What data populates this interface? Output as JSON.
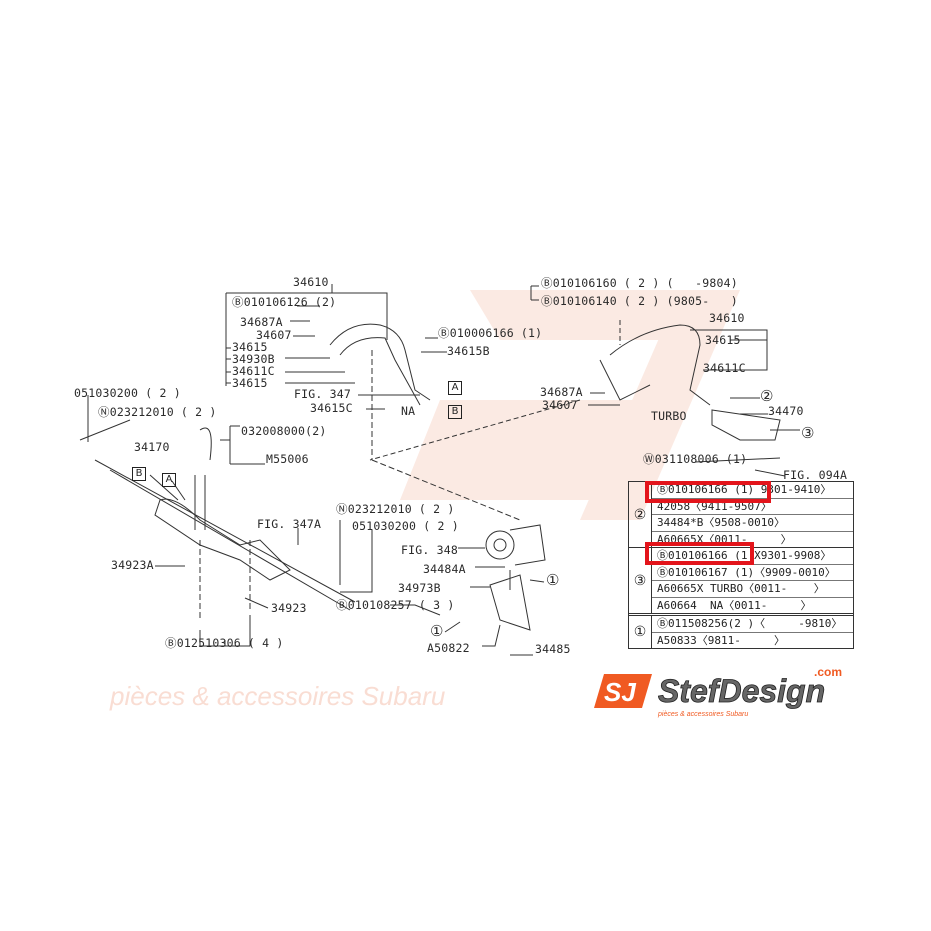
{
  "left_hose_group": {
    "part_34610": "34610",
    "bolt_b": "Ⓑ010106126 (2)",
    "p34687A": "34687A",
    "p34607": "34607",
    "p34615_a": "34615",
    "p34930B": "34930B",
    "p34611C": "34611C",
    "p34615_b": "34615",
    "bolt_b2": "Ⓑ010006166 (1)",
    "p34615B": "34615B",
    "fig347": "FIG. 347",
    "p34615C": "34615C",
    "na": "NA",
    "ref_a": "A",
    "ref_b": "B"
  },
  "turbo_group": {
    "bolt1": "Ⓑ010106160 ( 2 ) (   -9804)",
    "bolt2": "Ⓑ010106140 ( 2 ) (9805-   )",
    "part_34610": "34610",
    "p34615": "34615",
    "p34611C": "34611C",
    "p34687A": "34687A",
    "p34607": "34607",
    "turbo": "TURBO",
    "ref2": "②",
    "p34470": "34470",
    "ref3": "③",
    "washer": "Ⓦ031108006 (1)",
    "fig094a": "FIG. 094A"
  },
  "rack_group": {
    "pin": "051030200 ( 2 )",
    "nut": "Ⓝ023212010 ( 2 )",
    "p032008000": "032008000(2)",
    "p34170": "34170",
    "m55006": "M55006",
    "ref_b": "B",
    "ref_a": "A",
    "fig347a": "FIG. 347A",
    "p34923A": "34923A",
    "p34923": "34923",
    "bolt": "Ⓑ012510306 ( 4 )"
  },
  "pump_group": {
    "nut": "Ⓝ023212010 ( 2 )",
    "pin": "051030200 ( 2 )",
    "fig348": "FIG. 348",
    "p34484A": "34484A",
    "p34973B": "34973B",
    "bolt": "Ⓑ010108257 ( 3 )",
    "ref1a": "①",
    "ref1b": "①",
    "a50822": "A50822",
    "p34485": "34485"
  },
  "table": {
    "groups": [
      {
        "ref": "②",
        "rows": [
          "Ⓑ010106166 (1) 9301-9410〉",
          "42058〈9411-9507〉",
          "34484*B〈9508-0010〉",
          "A60665X〈0011-     〉"
        ]
      },
      {
        "ref": "③",
        "rows": [
          "Ⓑ010106166 (1 X9301-9908〉",
          "Ⓑ010106167 (1)〈9909-0010〉",
          "A60665X TURBO〈0011-    〉",
          "A60664  NA〈0011-     〉"
        ]
      },
      {
        "ref": "①",
        "rows": [
          "Ⓑ011508256(2 )〈     -9810〉",
          "A50833〈9811-     〉"
        ]
      }
    ]
  },
  "highlight_color": "#e3141b",
  "logo": {
    "brand": "StefDesign",
    "domain": ".com",
    "tagline": "pièces & accessoires Subaru",
    "accent": "#f05a22"
  },
  "watermark": {
    "text": "pièces & accessoires Subaru"
  }
}
